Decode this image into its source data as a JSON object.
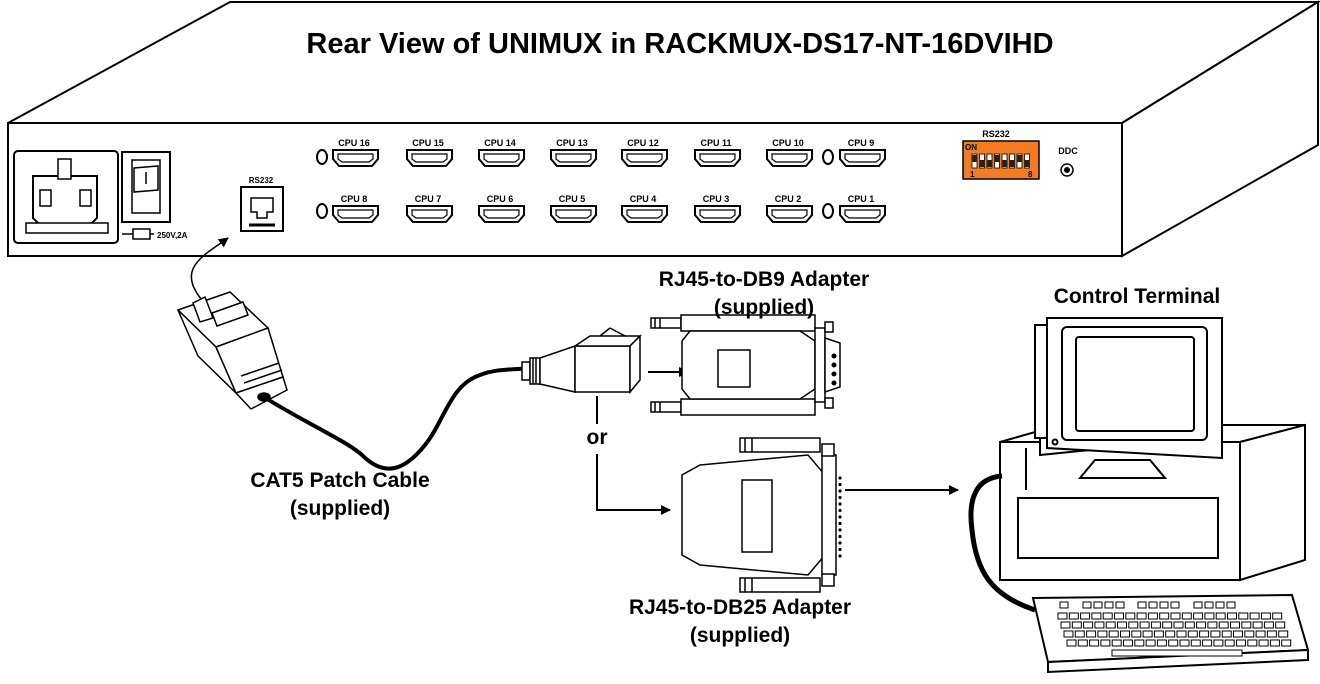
{
  "title": "Rear View of UNIMUX in RACKMUX-DS17-NT-16DVIHD",
  "power": {
    "fuse_label": "250V,2A"
  },
  "rs232_port_label": "RS232",
  "dip": {
    "label": "RS232",
    "on": "ON",
    "first": "1",
    "last": "8"
  },
  "ddc_label": "DDC",
  "ports_top": [
    "CPU 16",
    "CPU 15",
    "CPU 14",
    "CPU 13",
    "CPU 12",
    "CPU 11",
    "CPU 10",
    "CPU 9"
  ],
  "ports_bottom": [
    "CPU 8",
    "CPU 7",
    "CPU 6",
    "CPU 5",
    "CPU 4",
    "CPU 3",
    "CPU 2",
    "CPU 1"
  ],
  "colors": {
    "dip_switch": "#F47B20"
  },
  "labels": {
    "rj45_db9_line1": "RJ45-to-DB9 Adapter",
    "rj45_db9_line2": "(supplied)",
    "control_terminal": "Control Terminal",
    "or": "or",
    "cat5_line1": "CAT5 Patch Cable",
    "cat5_line2": "(supplied)",
    "rj45_db25_line1": "RJ45-to-DB25 Adapter",
    "rj45_db25_line2": "(supplied)"
  }
}
